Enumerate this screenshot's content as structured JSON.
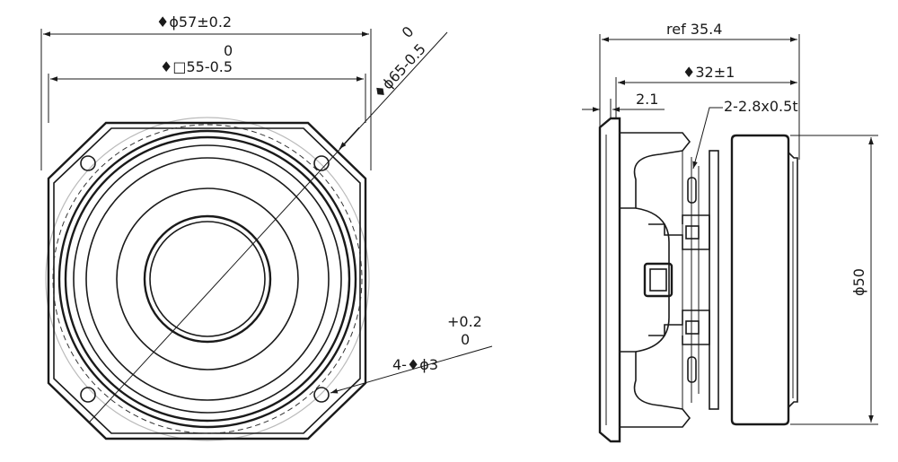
{
  "front_view": {
    "dim_outer_diameter": "♦ϕ57±0.2",
    "dim_square_tol_top": "0",
    "dim_square": "♦□55-0.5",
    "dim_diag_tol_top": "0",
    "dim_diag": "♦ϕ65-0.5",
    "dim_holes_tol_top": "+0.2",
    "dim_holes": "4-♦ϕ3",
    "dim_holes_tol_bottom": "0"
  },
  "side_view": {
    "dim_ref_depth": "ref 35.4",
    "dim_depth": "♦32±1",
    "dim_flange": "2.1",
    "dim_terminal": "2-2.8x0.5t",
    "dim_magnet": "ϕ50"
  }
}
